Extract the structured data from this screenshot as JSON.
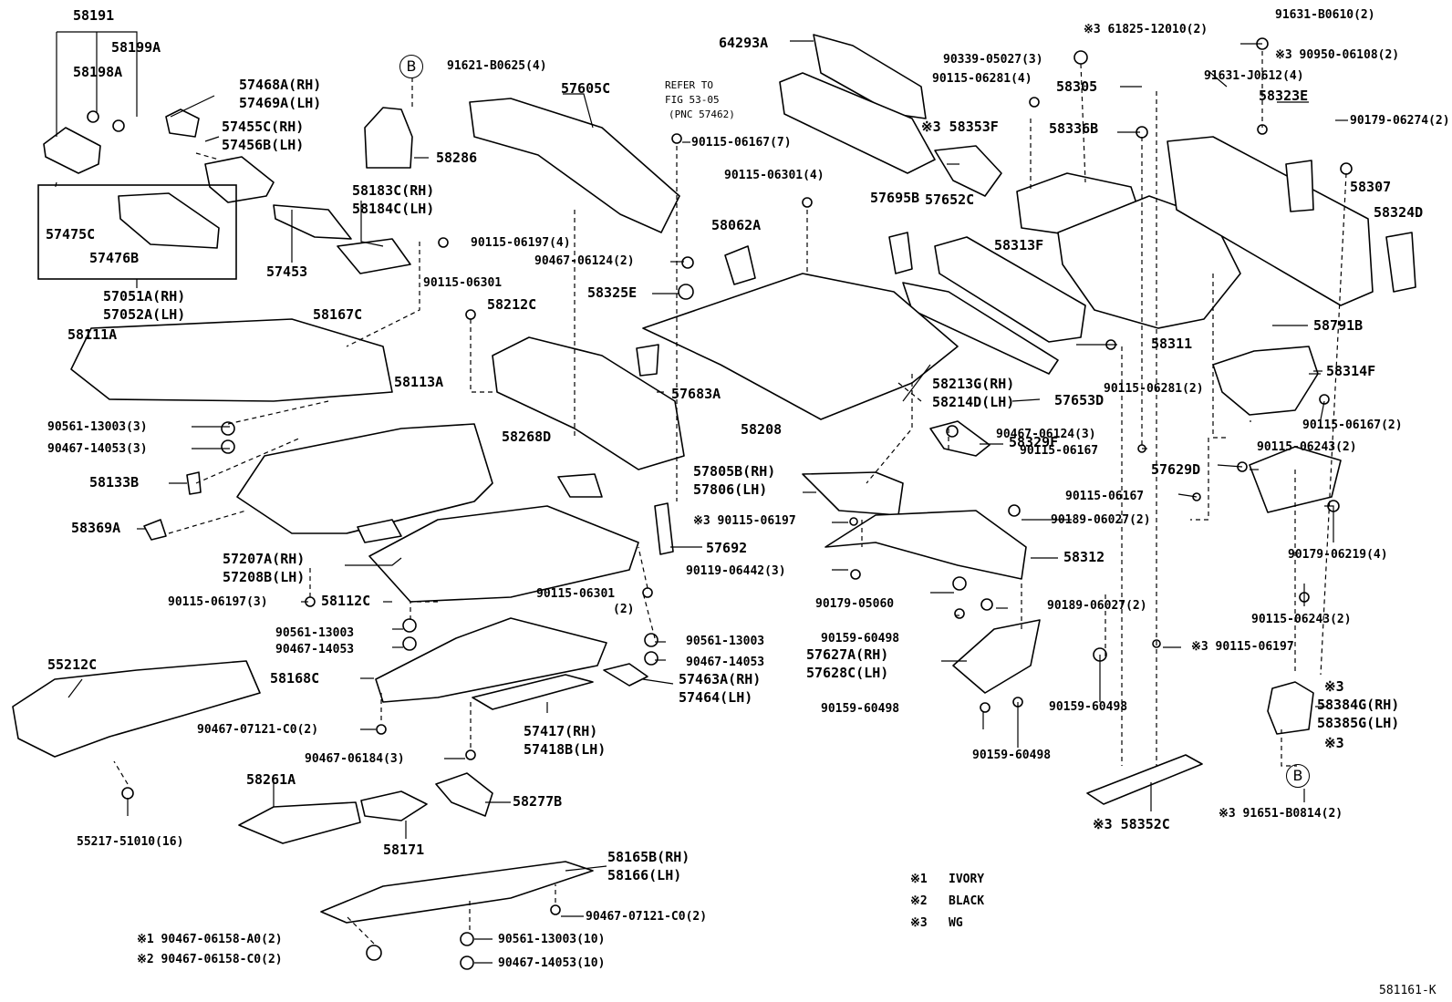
{
  "diagram_id": "581161-K",
  "legend": [
    {
      "mark": "※1",
      "text": "IVORY"
    },
    {
      "mark": "※2",
      "text": "BLACK"
    },
    {
      "mark": "※3",
      "text": "WG"
    }
  ],
  "refer_note": [
    "REFER TO",
    "FIG 53-05",
    "(PNC 57462)"
  ],
  "circle_refs": {
    "top": "B",
    "bottom": "B"
  },
  "labels": {
    "l58191": "58191",
    "l58199A": "58199A",
    "l58198A": "58198A",
    "l57468A": "57468A(RH)",
    "l57469A": "57469A(LH)",
    "l57455C": "57455C(RH)",
    "l57456B": "57456B(LH)",
    "l57475C": "57475C",
    "l57476B": "57476B",
    "l58183C": "58183C(RH)",
    "l58184C": "58184C(LH)",
    "l57453": "57453",
    "l57051A": "57051A(RH)",
    "l57052A": "57052A(LH)",
    "l58111A": "58111A",
    "l58167C": "58167C",
    "l91621": "91621-B0625(4)",
    "l58286": "58286",
    "l57605C": "57605C",
    "l64293A": "64293A",
    "l90115_06167_7": "90115-06167(7)",
    "l90115_06301_4": "90115-06301(4)",
    "l90115_06197_4": "90115-06197(4)",
    "l90467_06124_2": "90467-06124(2)",
    "l90115_06301": "90115-06301",
    "l58212C": "58212C",
    "l58062A": "58062A",
    "l58325E": "58325E",
    "l57683A": "57683A",
    "l58208": "58208",
    "l90339": "90339-05027(3)",
    "l90115_06281_4": "90115-06281(4)",
    "l58353F": "※3 58353F",
    "l57695B": "57695B",
    "l57652C": "57652C",
    "l58305": "58305",
    "l61825": "※3 61825-12010(2)",
    "l58336B": "58336B",
    "l58313F": "58313F",
    "l91631_B0610": "91631-B0610(2)",
    "l90950": "※3 90950-06108(2)",
    "l91631_J0612": "91631-J0612(4)",
    "l58323E": "58323E",
    "l90179_06274": "90179-06274(2)",
    "l58307": "58307",
    "l58324D": "58324D",
    "l58311": "58311",
    "l58791B": "58791B",
    "l58314F": "58314F",
    "l90115_06167_2": "90115-06167(2)",
    "l58213G": "58213G(RH)",
    "l58214D": "58214D(LH)",
    "l57653D": "57653D",
    "l90115_06281_2": "90115-06281(2)",
    "l90467_06124_3": "90467-06124(3)",
    "l90115_06167_a": "90115-06167",
    "l58329F": "58329F",
    "l90115_06243_2a": "90115-06243(2)",
    "l57629D": "57629D",
    "l90115_06167_b": "90115-06167",
    "l58113A": "58113A",
    "l90561_13003_3": "90561-13003(3)",
    "l90467_14053_3": "90467-14053(3)",
    "l58133B": "58133B",
    "l58369A": "58369A",
    "l58268D": "58268D",
    "l57805B": "57805B(RH)",
    "l57806": "57806(LH)",
    "l90115_06197_x3": "※3 90115-06197",
    "l57692": "57692",
    "l90189_06027_2a": "90189-06027(2)",
    "l90179_06219": "90179-06219(4)",
    "l57207A": "57207A(RH)",
    "l57208B": "57208B(LH)",
    "l90119": "90119-06442(3)",
    "l58312": "58312",
    "l90115_06197_3": "90115-06197(3)",
    "l58112C": "58112C",
    "l90115_06301_2a": "90115-06301",
    "l90115_06301_2b": "(2)",
    "l90179_05060": "90179-05060",
    "l90189_06027_2b": "90189-06027(2)",
    "l90115_06243_2b": "90115-06243(2)",
    "l90561_13003_a": "90561-13003",
    "l90467_14053_a": "90467-14053",
    "l90561_13003_b": "90561-13003",
    "l90467_14053_b": "90467-14053",
    "l90159_60498_a": "90159-60498",
    "l57627A": "57627A(RH)",
    "l57628C": "57628C(LH)",
    "l90115_06197_x3b": "※3 90115-06197",
    "l55212C": "55212C",
    "l58168C": "58168C",
    "l57463A": "57463A(RH)",
    "l57464": "57464(LH)",
    "l90467_07121_a": "90467-07121-C0(2)",
    "l57417": "57417(RH)",
    "l57418B": "57418B(LH)",
    "l90159_60498_b": "90159-60498",
    "l90159_60498_c": "90159-60498",
    "l58384G_x3": "※3",
    "l58384G": "58384G(RH)",
    "l58385G": "58385G(LH)",
    "l58385G_x3": "※3",
    "l90467_06184": "90467-06184(3)",
    "l90159_60498_d": "90159-60498",
    "l58261A": "58261A",
    "l58277B": "58277B",
    "l55217": "55217-51010(16)",
    "l58171": "58171",
    "l58352C": "※3 58352C",
    "l91651": "※3 91651-B0814(2)",
    "l58165B": "58165B(RH)",
    "l58166": "58166(LH)",
    "l90467_07121_b": "90467-07121-C0(2)",
    "l90561_13003_10": "90561-13003(10)",
    "l90467_14053_10": "90467-14053(10)",
    "l90467_06158_A0": "※1 90467-06158-A0(2)",
    "l90467_06158_C0": "※2 90467-06158-C0(2)"
  }
}
